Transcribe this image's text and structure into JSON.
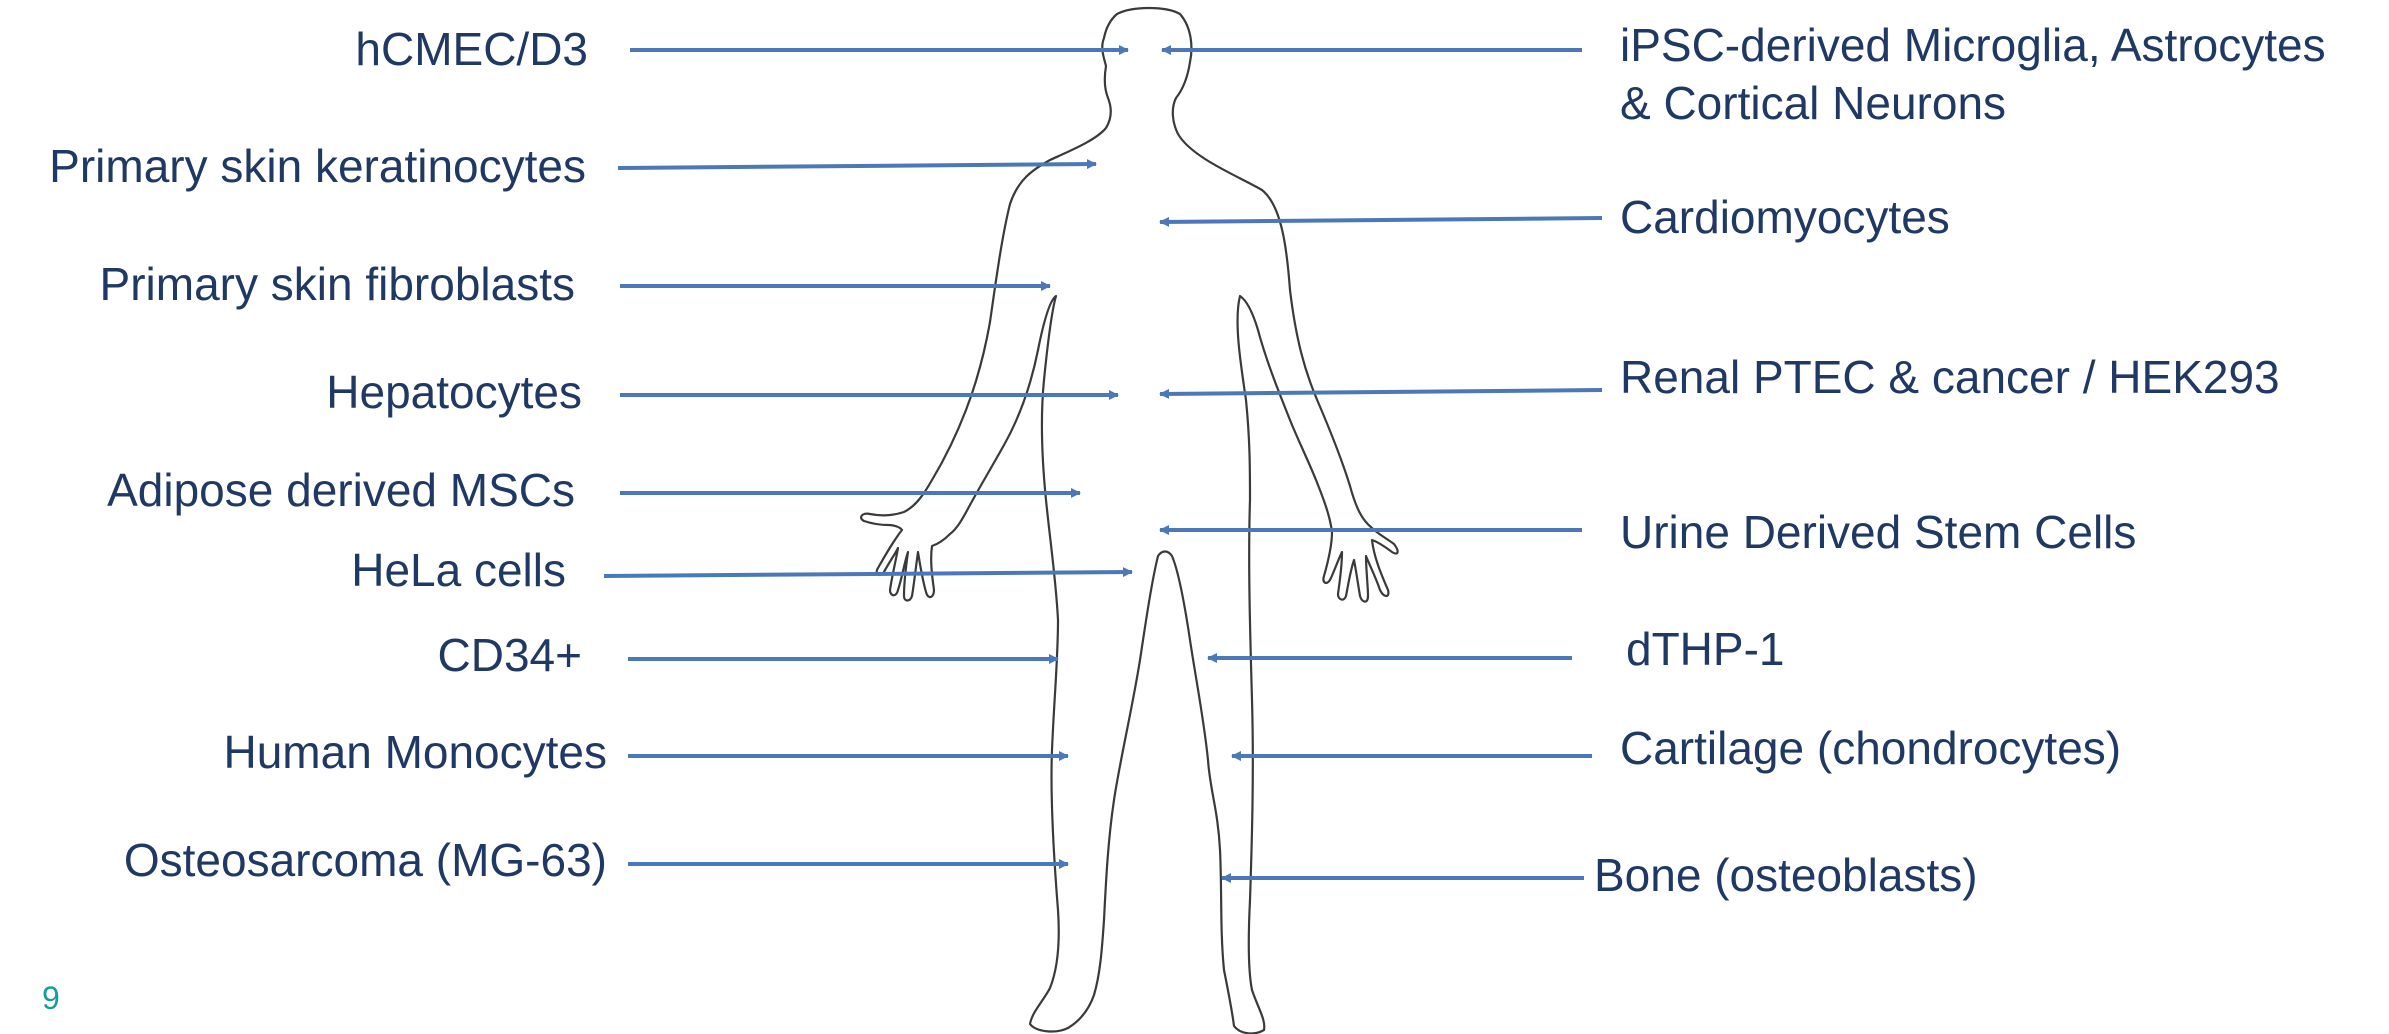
{
  "diagram": {
    "colors": {
      "arrow": "#4a78b8",
      "label": "#1f3864",
      "outline": "#3a3a3a",
      "page_number": "#1a9c9c"
    },
    "left_labels": [
      "hCMEC/D3",
      "Primary skin keratinocytes",
      "Primary skin fibroblasts",
      "Hepatocytes",
      "Adipose derived MSCs",
      "HeLa cells",
      "CD34+",
      "Human Monocytes",
      "Osteosarcoma (MG-63)"
    ],
    "right_labels": [
      "iPSC-derived Microglia, Astrocytes\n& Cortical Neurons",
      "Cardiomyocytes",
      "Renal PTEC & cancer / HEK293",
      "Urine Derived Stem Cells",
      "dTHP-1",
      "Cartilage (chondrocytes)",
      "Bone (osteoblasts)"
    ],
    "page_number": "9"
  }
}
